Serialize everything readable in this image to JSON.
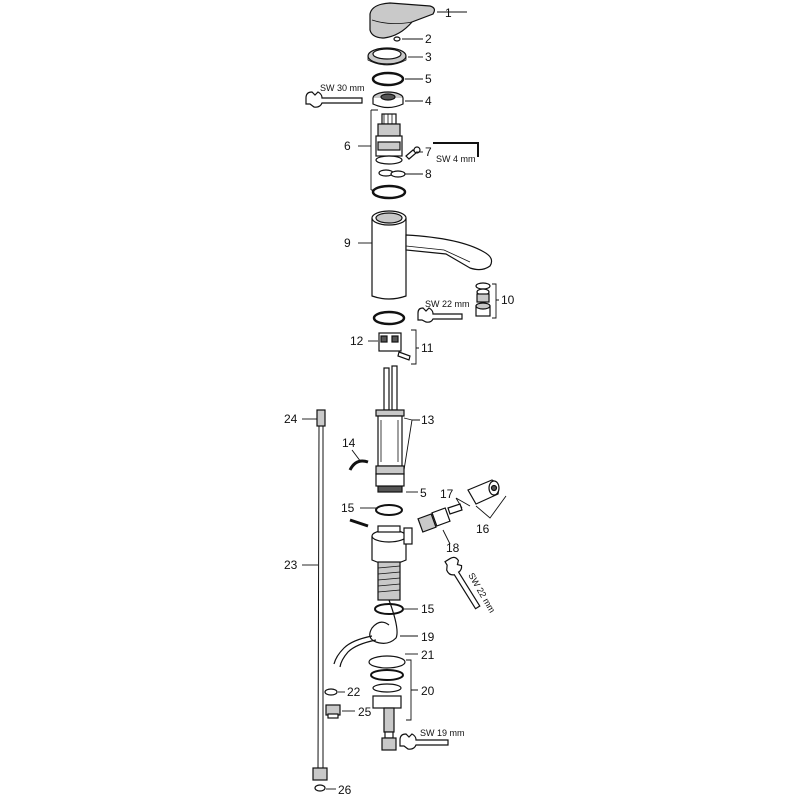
{
  "labels": {
    "p1": "1",
    "p2": "2",
    "p3": "3",
    "p4": "4",
    "p5a": "5",
    "p5b": "5",
    "p6": "6",
    "p7": "7",
    "p8": "8",
    "p9": "9",
    "p10": "10",
    "p11": "11",
    "p12": "12",
    "p13": "13",
    "p14": "14",
    "p15a": "15",
    "p15b": "15",
    "p16": "16",
    "p17": "17",
    "p18": "18",
    "p19": "19",
    "p20": "20",
    "p21": "21",
    "p22": "22",
    "p23": "23",
    "p24": "24",
    "p25": "25",
    "p26": "26"
  },
  "tools": {
    "sw30": "SW 30 mm",
    "sw4": "SW 4 mm",
    "sw22a": "SW 22 mm",
    "sw22b": "SW 22 mm",
    "sw19": "SW 19 mm"
  }
}
